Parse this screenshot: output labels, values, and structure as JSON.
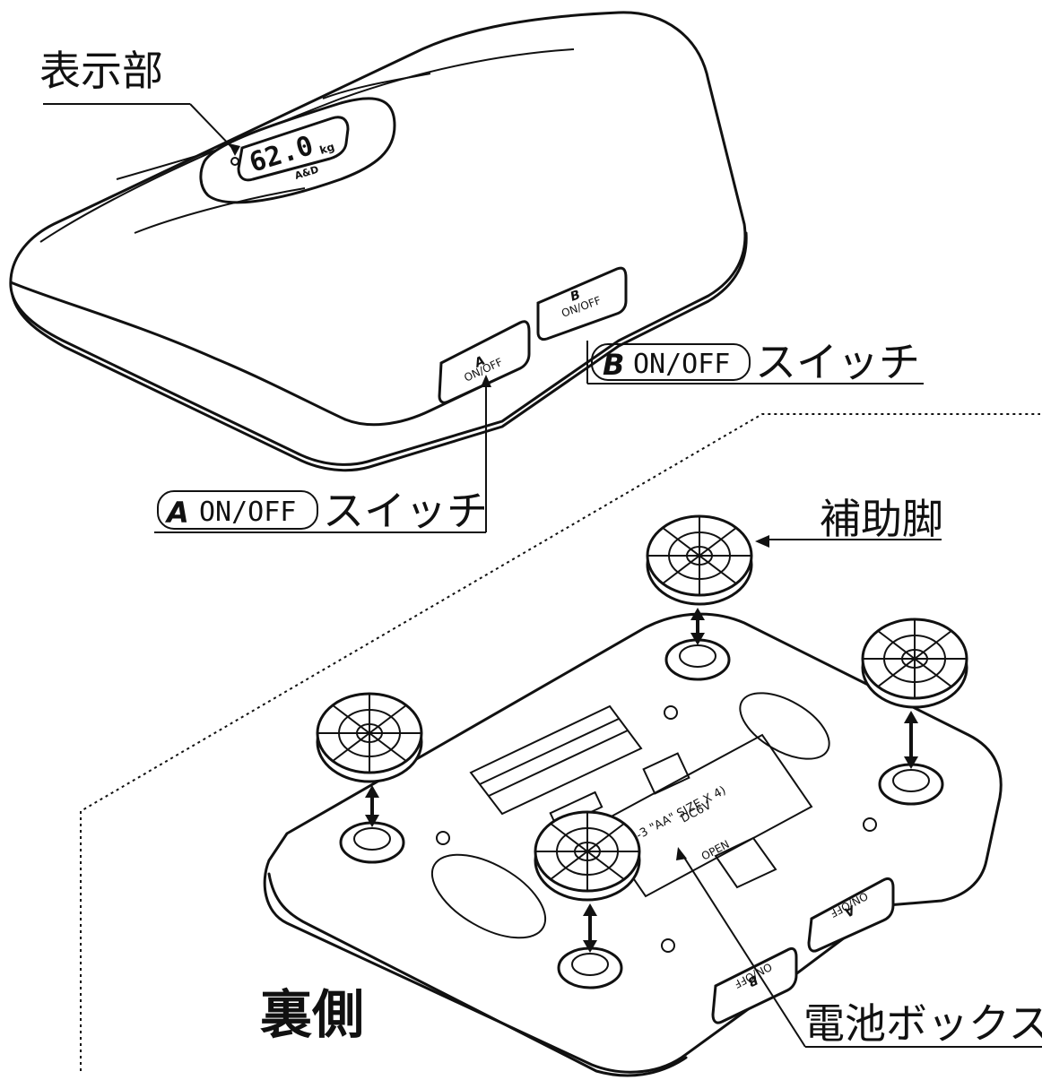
{
  "labels": {
    "display": "表示部",
    "switch_b_letter": "B",
    "switch_b_text": "ON/OFF",
    "switch_b_suffix": "スイッチ",
    "switch_a_letter": "A",
    "switch_a_text": "ON/OFF",
    "switch_a_suffix": "スイッチ",
    "aux_feet": "補助脚",
    "back_side": "裏側",
    "battery_box": "電池ボックス"
  },
  "scale_top": {
    "display_value": "62.0",
    "display_unit": "kg",
    "brand": "A&D",
    "button_a_letter": "A",
    "button_a_text": "ON/OFF",
    "button_b_letter": "B",
    "button_b_text": "ON/OFF"
  },
  "scale_bottom": {
    "battery_line1": "DC6V",
    "battery_line2": "4P(SUM-3 \"AA\" SIZE X 4)",
    "open_label": "OPEN",
    "button_a_letter": "A",
    "button_a_text": "ON/OFF",
    "button_b_letter": "B",
    "button_b_text": "ON/OFF"
  }
}
